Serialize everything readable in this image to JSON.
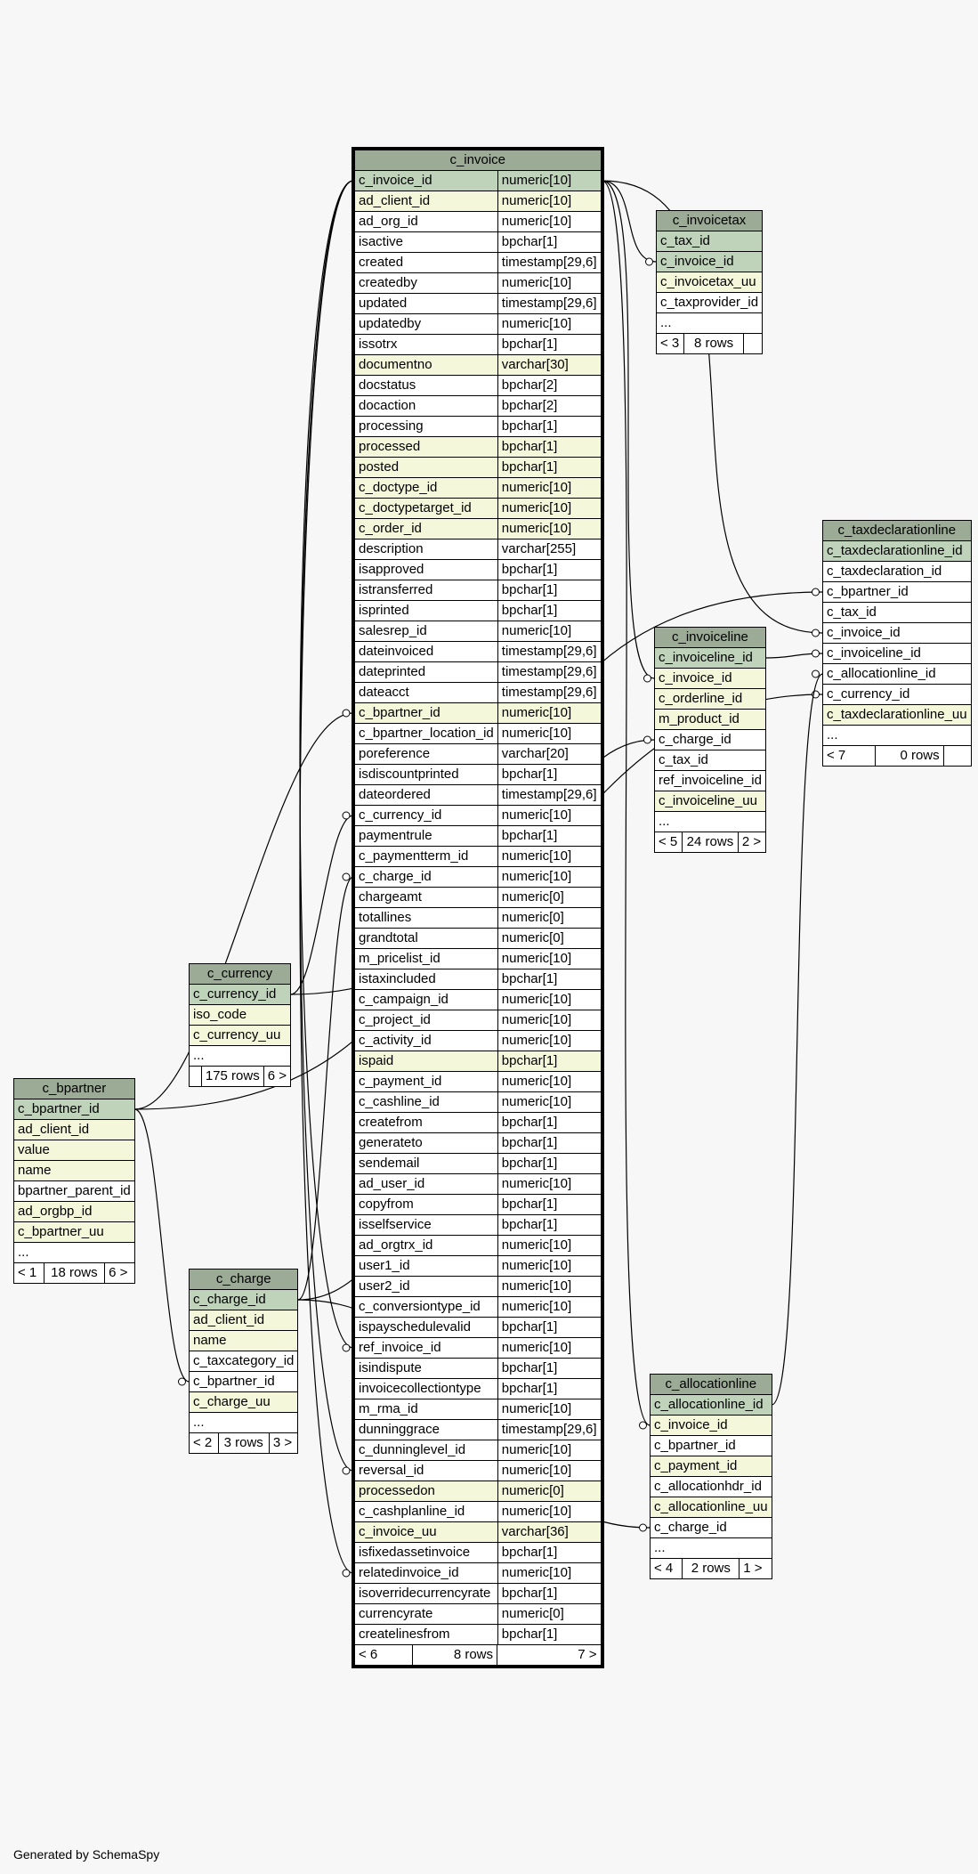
{
  "footer": "Generated by SchemaSpy",
  "tables": {
    "c_invoice": {
      "title": "c_invoice",
      "columns": [
        {
          "name": "c_invoice_id",
          "type": "numeric[10]",
          "style": "pk"
        },
        {
          "name": "ad_client_id",
          "type": "numeric[10]",
          "style": "idx"
        },
        {
          "name": "ad_org_id",
          "type": "numeric[10]",
          "style": "plain"
        },
        {
          "name": "isactive",
          "type": "bpchar[1]",
          "style": "plain"
        },
        {
          "name": "created",
          "type": "timestamp[29,6]",
          "style": "plain"
        },
        {
          "name": "createdby",
          "type": "numeric[10]",
          "style": "plain"
        },
        {
          "name": "updated",
          "type": "timestamp[29,6]",
          "style": "plain"
        },
        {
          "name": "updatedby",
          "type": "numeric[10]",
          "style": "plain"
        },
        {
          "name": "issotrx",
          "type": "bpchar[1]",
          "style": "plain"
        },
        {
          "name": "documentno",
          "type": "varchar[30]",
          "style": "idx"
        },
        {
          "name": "docstatus",
          "type": "bpchar[2]",
          "style": "plain"
        },
        {
          "name": "docaction",
          "type": "bpchar[2]",
          "style": "plain"
        },
        {
          "name": "processing",
          "type": "bpchar[1]",
          "style": "plain"
        },
        {
          "name": "processed",
          "type": "bpchar[1]",
          "style": "idx"
        },
        {
          "name": "posted",
          "type": "bpchar[1]",
          "style": "idx"
        },
        {
          "name": "c_doctype_id",
          "type": "numeric[10]",
          "style": "idx"
        },
        {
          "name": "c_doctypetarget_id",
          "type": "numeric[10]",
          "style": "idx"
        },
        {
          "name": "c_order_id",
          "type": "numeric[10]",
          "style": "idx"
        },
        {
          "name": "description",
          "type": "varchar[255]",
          "style": "plain"
        },
        {
          "name": "isapproved",
          "type": "bpchar[1]",
          "style": "plain"
        },
        {
          "name": "istransferred",
          "type": "bpchar[1]",
          "style": "plain"
        },
        {
          "name": "isprinted",
          "type": "bpchar[1]",
          "style": "plain"
        },
        {
          "name": "salesrep_id",
          "type": "numeric[10]",
          "style": "plain"
        },
        {
          "name": "dateinvoiced",
          "type": "timestamp[29,6]",
          "style": "plain"
        },
        {
          "name": "dateprinted",
          "type": "timestamp[29,6]",
          "style": "plain"
        },
        {
          "name": "dateacct",
          "type": "timestamp[29,6]",
          "style": "plain"
        },
        {
          "name": "c_bpartner_id",
          "type": "numeric[10]",
          "style": "idx"
        },
        {
          "name": "c_bpartner_location_id",
          "type": "numeric[10]",
          "style": "plain"
        },
        {
          "name": "poreference",
          "type": "varchar[20]",
          "style": "plain"
        },
        {
          "name": "isdiscountprinted",
          "type": "bpchar[1]",
          "style": "plain"
        },
        {
          "name": "dateordered",
          "type": "timestamp[29,6]",
          "style": "plain"
        },
        {
          "name": "c_currency_id",
          "type": "numeric[10]",
          "style": "plain"
        },
        {
          "name": "paymentrule",
          "type": "bpchar[1]",
          "style": "plain"
        },
        {
          "name": "c_paymentterm_id",
          "type": "numeric[10]",
          "style": "plain"
        },
        {
          "name": "c_charge_id",
          "type": "numeric[10]",
          "style": "plain"
        },
        {
          "name": "chargeamt",
          "type": "numeric[0]",
          "style": "plain"
        },
        {
          "name": "totallines",
          "type": "numeric[0]",
          "style": "plain"
        },
        {
          "name": "grandtotal",
          "type": "numeric[0]",
          "style": "plain"
        },
        {
          "name": "m_pricelist_id",
          "type": "numeric[10]",
          "style": "plain"
        },
        {
          "name": "istaxincluded",
          "type": "bpchar[1]",
          "style": "plain"
        },
        {
          "name": "c_campaign_id",
          "type": "numeric[10]",
          "style": "plain"
        },
        {
          "name": "c_project_id",
          "type": "numeric[10]",
          "style": "plain"
        },
        {
          "name": "c_activity_id",
          "type": "numeric[10]",
          "style": "plain"
        },
        {
          "name": "ispaid",
          "type": "bpchar[1]",
          "style": "idx"
        },
        {
          "name": "c_payment_id",
          "type": "numeric[10]",
          "style": "plain"
        },
        {
          "name": "c_cashline_id",
          "type": "numeric[10]",
          "style": "plain"
        },
        {
          "name": "createfrom",
          "type": "bpchar[1]",
          "style": "plain"
        },
        {
          "name": "generateto",
          "type": "bpchar[1]",
          "style": "plain"
        },
        {
          "name": "sendemail",
          "type": "bpchar[1]",
          "style": "plain"
        },
        {
          "name": "ad_user_id",
          "type": "numeric[10]",
          "style": "plain"
        },
        {
          "name": "copyfrom",
          "type": "bpchar[1]",
          "style": "plain"
        },
        {
          "name": "isselfservice",
          "type": "bpchar[1]",
          "style": "plain"
        },
        {
          "name": "ad_orgtrx_id",
          "type": "numeric[10]",
          "style": "plain"
        },
        {
          "name": "user1_id",
          "type": "numeric[10]",
          "style": "plain"
        },
        {
          "name": "user2_id",
          "type": "numeric[10]",
          "style": "plain"
        },
        {
          "name": "c_conversiontype_id",
          "type": "numeric[10]",
          "style": "plain"
        },
        {
          "name": "ispayschedulevalid",
          "type": "bpchar[1]",
          "style": "plain"
        },
        {
          "name": "ref_invoice_id",
          "type": "numeric[10]",
          "style": "plain"
        },
        {
          "name": "isindispute",
          "type": "bpchar[1]",
          "style": "plain"
        },
        {
          "name": "invoicecollectiontype",
          "type": "bpchar[1]",
          "style": "plain"
        },
        {
          "name": "m_rma_id",
          "type": "numeric[10]",
          "style": "plain"
        },
        {
          "name": "dunninggrace",
          "type": "timestamp[29,6]",
          "style": "plain"
        },
        {
          "name": "c_dunninglevel_id",
          "type": "numeric[10]",
          "style": "plain"
        },
        {
          "name": "reversal_id",
          "type": "numeric[10]",
          "style": "plain"
        },
        {
          "name": "processedon",
          "type": "numeric[0]",
          "style": "idx"
        },
        {
          "name": "c_cashplanline_id",
          "type": "numeric[10]",
          "style": "plain"
        },
        {
          "name": "c_invoice_uu",
          "type": "varchar[36]",
          "style": "idx"
        },
        {
          "name": "isfixedassetinvoice",
          "type": "bpchar[1]",
          "style": "plain"
        },
        {
          "name": "relatedinvoice_id",
          "type": "numeric[10]",
          "style": "plain"
        },
        {
          "name": "isoverridecurrencyrate",
          "type": "bpchar[1]",
          "style": "plain"
        },
        {
          "name": "currencyrate",
          "type": "numeric[0]",
          "style": "plain"
        },
        {
          "name": "createlinesfrom",
          "type": "bpchar[1]",
          "style": "plain"
        }
      ],
      "footer": [
        "< 6",
        "8 rows",
        "7 >"
      ]
    },
    "c_invoicetax": {
      "title": "c_invoicetax",
      "columns": [
        {
          "name": "c_tax_id",
          "style": "pk"
        },
        {
          "name": "c_invoice_id",
          "style": "pk"
        },
        {
          "name": "c_invoicetax_uu",
          "style": "idx"
        },
        {
          "name": "c_taxprovider_id",
          "style": "plain"
        },
        {
          "name": "...",
          "style": "plain"
        }
      ],
      "footer": [
        "< 3",
        "8 rows",
        ""
      ]
    },
    "c_taxdeclarationline": {
      "title": "c_taxdeclarationline",
      "columns": [
        {
          "name": "c_taxdeclarationline_id",
          "style": "pk"
        },
        {
          "name": "c_taxdeclaration_id",
          "style": "plain"
        },
        {
          "name": "c_bpartner_id",
          "style": "plain"
        },
        {
          "name": "c_tax_id",
          "style": "plain"
        },
        {
          "name": "c_invoice_id",
          "style": "plain"
        },
        {
          "name": "c_invoiceline_id",
          "style": "plain"
        },
        {
          "name": "c_allocationline_id",
          "style": "plain"
        },
        {
          "name": "c_currency_id",
          "style": "plain"
        },
        {
          "name": "c_taxdeclarationline_uu",
          "style": "idx"
        },
        {
          "name": "...",
          "style": "plain"
        }
      ],
      "footer": [
        "< 7",
        "0 rows",
        ""
      ]
    },
    "c_invoiceline": {
      "title": "c_invoiceline",
      "columns": [
        {
          "name": "c_invoiceline_id",
          "style": "pk"
        },
        {
          "name": "c_invoice_id",
          "style": "idx"
        },
        {
          "name": "c_orderline_id",
          "style": "idx"
        },
        {
          "name": "m_product_id",
          "style": "idx"
        },
        {
          "name": "c_charge_id",
          "style": "plain"
        },
        {
          "name": "c_tax_id",
          "style": "plain"
        },
        {
          "name": "ref_invoiceline_id",
          "style": "plain"
        },
        {
          "name": "c_invoiceline_uu",
          "style": "idx"
        },
        {
          "name": "...",
          "style": "plain"
        }
      ],
      "footer": [
        "< 5",
        "24 rows",
        "2 >"
      ]
    },
    "c_currency": {
      "title": "c_currency",
      "columns": [
        {
          "name": "c_currency_id",
          "style": "pk"
        },
        {
          "name": "iso_code",
          "style": "idx"
        },
        {
          "name": "c_currency_uu",
          "style": "idx"
        },
        {
          "name": "...",
          "style": "plain"
        }
      ],
      "footer": [
        "",
        "175 rows",
        "6 >"
      ]
    },
    "c_bpartner": {
      "title": "c_bpartner",
      "columns": [
        {
          "name": "c_bpartner_id",
          "style": "pk"
        },
        {
          "name": "ad_client_id",
          "style": "idx"
        },
        {
          "name": "value",
          "style": "idx"
        },
        {
          "name": "name",
          "style": "idx"
        },
        {
          "name": "bpartner_parent_id",
          "style": "plain"
        },
        {
          "name": "ad_orgbp_id",
          "style": "idx"
        },
        {
          "name": "c_bpartner_uu",
          "style": "idx"
        },
        {
          "name": "...",
          "style": "plain"
        }
      ],
      "footer": [
        "< 1",
        "18 rows",
        "6 >"
      ]
    },
    "c_charge": {
      "title": "c_charge",
      "columns": [
        {
          "name": "c_charge_id",
          "style": "pk"
        },
        {
          "name": "ad_client_id",
          "style": "idx"
        },
        {
          "name": "name",
          "style": "idx"
        },
        {
          "name": "c_taxcategory_id",
          "style": "plain"
        },
        {
          "name": "c_bpartner_id",
          "style": "plain"
        },
        {
          "name": "c_charge_uu",
          "style": "idx"
        },
        {
          "name": "...",
          "style": "plain"
        }
      ],
      "footer": [
        "< 2",
        "3 rows",
        "3 >"
      ]
    },
    "c_allocationline": {
      "title": "c_allocationline",
      "columns": [
        {
          "name": "c_allocationline_id",
          "style": "pk"
        },
        {
          "name": "c_invoice_id",
          "style": "idx"
        },
        {
          "name": "c_bpartner_id",
          "style": "plain"
        },
        {
          "name": "c_payment_id",
          "style": "idx"
        },
        {
          "name": "c_allocationhdr_id",
          "style": "plain"
        },
        {
          "name": "c_allocationline_uu",
          "style": "idx"
        },
        {
          "name": "c_charge_id",
          "style": "plain"
        },
        {
          "name": "...",
          "style": "plain"
        }
      ],
      "footer": [
        "< 4",
        "2 rows",
        "1 >"
      ]
    }
  }
}
